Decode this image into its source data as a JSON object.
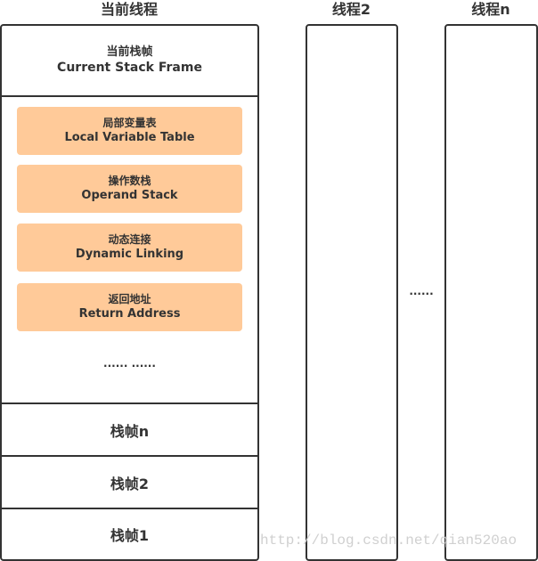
{
  "threads": [
    {
      "title": "当前线程"
    },
    {
      "title": "线程2"
    },
    {
      "title": "线程n"
    }
  ],
  "between_threads_ellipsis": "......",
  "current_frame": {
    "cn": "当前栈帧",
    "en": "Current Stack Frame"
  },
  "frame_parts": [
    {
      "cn": "局部变量表",
      "en": "Local Variable Table"
    },
    {
      "cn": "操作数栈",
      "en": "Operand Stack"
    },
    {
      "cn": "动态连接",
      "en": "Dynamic Linking"
    },
    {
      "cn": "返回地址",
      "en": "Return Address"
    }
  ],
  "frame_parts_ellipsis": "...... ......",
  "stack_frames": [
    {
      "label": "栈帧n"
    },
    {
      "label": "栈帧2"
    },
    {
      "label": "栈帧1"
    }
  ],
  "watermark": "http://blog.csdn.net/qian520ao",
  "colors": {
    "border": "#333333",
    "slot_fill": "#ffca99",
    "watermark": "#d0d0d0"
  }
}
